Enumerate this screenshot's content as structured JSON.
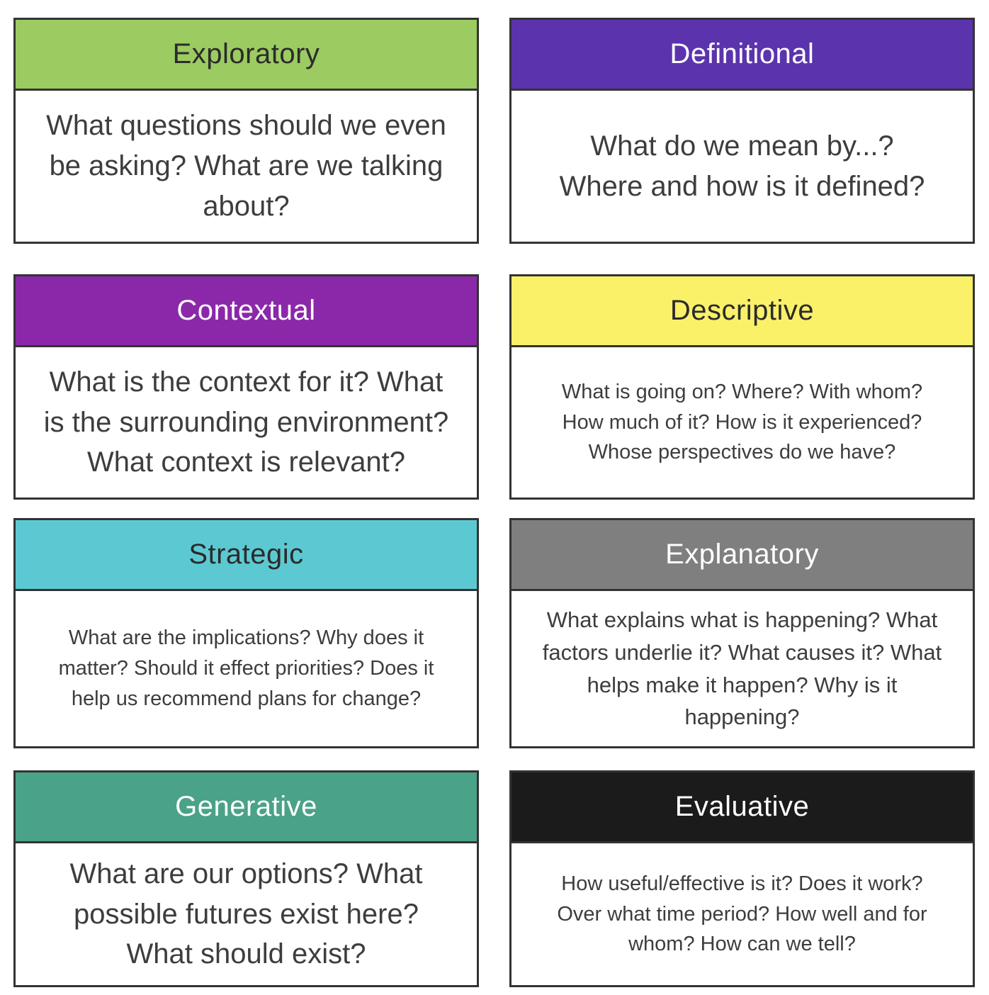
{
  "palette": {
    "border": "#333333",
    "body_text": "#3d3d3d",
    "page_background": "#ffffff"
  },
  "cards": [
    {
      "title": "Exploratory",
      "header_bg": "#9BCB61",
      "header_text": "#2b2b2b",
      "body": "What questions should we even\nbe asking? What are we talking\nabout?"
    },
    {
      "title": "Definitional",
      "header_bg": "#5B34AD",
      "header_text": "#ffffff",
      "body": "What do we mean by...?\nWhere and how is it defined?"
    },
    {
      "title": "Contextual",
      "header_bg": "#8B28A9",
      "header_text": "#ffffff",
      "body": "What is the context for it? What\nis the surrounding environment?\nWhat context is relevant?"
    },
    {
      "title": "Descriptive",
      "header_bg": "#FAF169",
      "header_text": "#2b2b2b",
      "body": "What is going on? Where? With whom?\nHow much of it? How is it experienced?\nWhose perspectives do we have?"
    },
    {
      "title": "Strategic",
      "header_bg": "#5CC9D2",
      "header_text": "#2b2b2b",
      "body": "What are the implications? Why does it\nmatter? Should it effect priorities? Does it\nhelp us recommend plans for change?"
    },
    {
      "title": "Explanatory",
      "header_bg": "#7F7F7F",
      "header_text": "#ffffff",
      "body": "What explains what is happening? What\nfactors underlie it? What causes it? What\nhelps make it happen? Why is it\nhappening?"
    },
    {
      "title": "Generative",
      "header_bg": "#4AA288",
      "header_text": "#ffffff",
      "body": "What are our options? What\npossible futures exist here?\nWhat should exist?"
    },
    {
      "title": "Evaluative",
      "header_bg": "#1B1B1B",
      "header_text": "#ffffff",
      "body": "How useful/effective is it? Does it work?\nOver what time period? How well and for\nwhom? How can we tell?"
    }
  ]
}
